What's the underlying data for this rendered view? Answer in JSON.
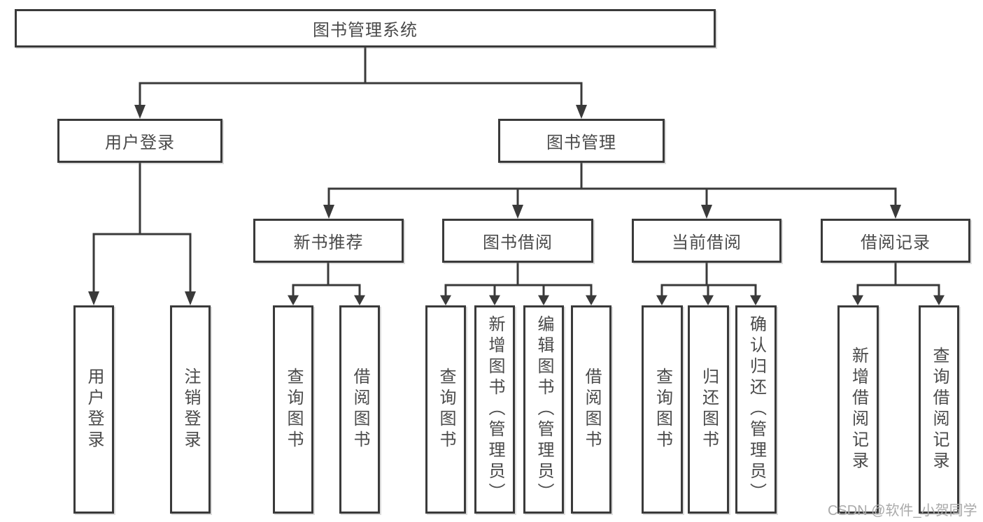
{
  "diagram": {
    "title": "图书管理系统",
    "type": "hierarchy-tree",
    "tree": {
      "label": "图书管理系统",
      "children": [
        {
          "label": "用户登录",
          "children": [
            {
              "label": "用户登录"
            },
            {
              "label": "注销登录"
            }
          ]
        },
        {
          "label": "图书管理",
          "children": [
            {
              "label": "新书推荐",
              "children": [
                {
                  "label": "查询图书"
                },
                {
                  "label": "借阅图书"
                }
              ]
            },
            {
              "label": "图书借阅",
              "children": [
                {
                  "label": "查询图书"
                },
                {
                  "label": "新增图书（管理员）"
                },
                {
                  "label": "编辑图书（管理员）"
                },
                {
                  "label": "借阅图书"
                }
              ]
            },
            {
              "label": "当前借阅",
              "children": [
                {
                  "label": "查询图书"
                },
                {
                  "label": "归还图书"
                },
                {
                  "label": "确认归还（管理员）"
                }
              ]
            },
            {
              "label": "借阅记录",
              "children": [
                {
                  "label": "新增借阅记录"
                },
                {
                  "label": "查询借阅记录"
                }
              ]
            }
          ]
        }
      ]
    }
  },
  "nodes": [
    {
      "id": "root",
      "label": "图书管理系统",
      "orient": "h"
    },
    {
      "id": "user_login",
      "label": "用户登录",
      "orient": "h"
    },
    {
      "id": "book_mgmt",
      "label": "图书管理",
      "orient": "h"
    },
    {
      "id": "new_book_rec",
      "label": "新书推荐",
      "orient": "h"
    },
    {
      "id": "book_borrow",
      "label": "图书借阅",
      "orient": "h"
    },
    {
      "id": "current_borrow",
      "label": "当前借阅",
      "orient": "h"
    },
    {
      "id": "borrow_record",
      "label": "借阅记录",
      "orient": "h"
    },
    {
      "id": "leaf_user_login",
      "label": "用户登录",
      "orient": "v"
    },
    {
      "id": "leaf_logout",
      "label": "注销登录",
      "orient": "v"
    },
    {
      "id": "leaf_rec_query",
      "label": "查询图书",
      "orient": "v"
    },
    {
      "id": "leaf_rec_borrow",
      "label": "借阅图书",
      "orient": "v"
    },
    {
      "id": "leaf_bb_query",
      "label": "查询图书",
      "orient": "v"
    },
    {
      "id": "leaf_bb_add",
      "label": "新增图书（管理员）",
      "orient": "v"
    },
    {
      "id": "leaf_bb_edit",
      "label": "编辑图书（管理员）",
      "orient": "v"
    },
    {
      "id": "leaf_bb_borrow",
      "label": "借阅图书",
      "orient": "v"
    },
    {
      "id": "leaf_cb_query",
      "label": "查询图书",
      "orient": "v"
    },
    {
      "id": "leaf_cb_return",
      "label": "归还图书",
      "orient": "v"
    },
    {
      "id": "leaf_cb_confirm",
      "label": "确认归还（管理员）",
      "orient": "v"
    },
    {
      "id": "leaf_br_add",
      "label": "新增借阅记录",
      "orient": "v"
    },
    {
      "id": "leaf_br_query",
      "label": "查询借阅记录",
      "orient": "v"
    }
  ],
  "colors": {
    "line": "#3a3a3a",
    "box_border": "#3a3a3a",
    "text": "#4a4a4a",
    "background": "#ffffff",
    "watermark": "#aaaaaa"
  },
  "watermark": {
    "text": "CSDN @软件_小贺同学"
  }
}
